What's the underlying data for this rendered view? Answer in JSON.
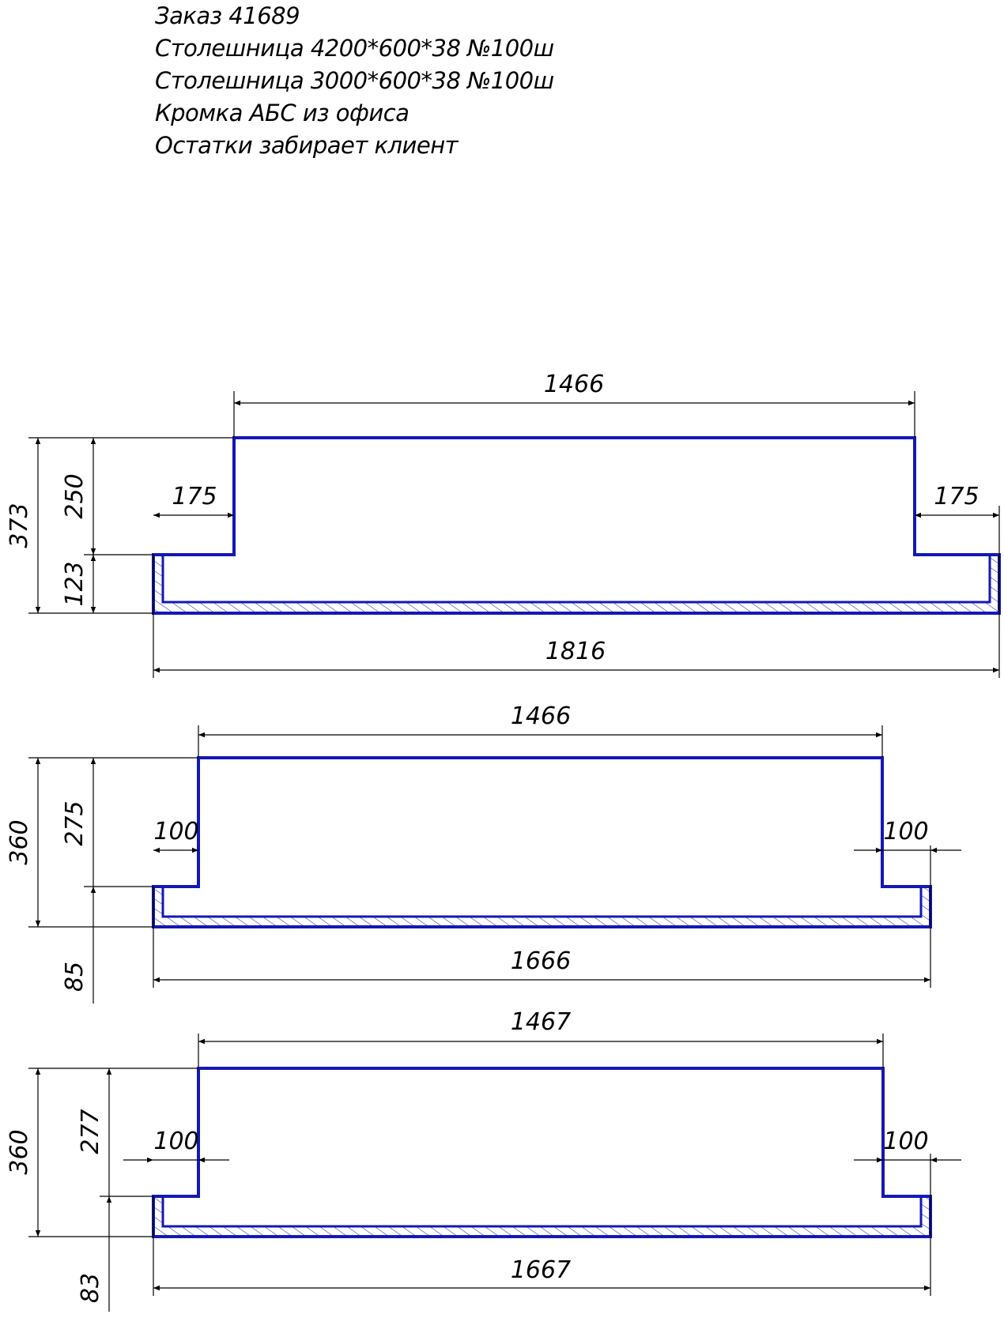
{
  "notes": {
    "order": "Заказ 41689",
    "line1": "Столешница 4200*600*38 №100ш",
    "line2": "Столешница 3000*600*38 №100ш",
    "line3": "Кромка АБС из офиса",
    "line4": "Остатки забирает клиент"
  },
  "part1": {
    "top": "1466",
    "overall": "373",
    "upper": "250",
    "lower": "123",
    "left": "175",
    "right": "175",
    "bottom": "1816"
  },
  "part2": {
    "top": "1466",
    "overall": "360",
    "upper": "275",
    "lower": "85",
    "left": "100",
    "right": "100",
    "bottom": "1666"
  },
  "part3": {
    "top": "1467",
    "overall": "360",
    "upper": "277",
    "lower": "83",
    "left": "100",
    "right": "100",
    "bottom": "1667"
  },
  "colors": {
    "outline": "#1418b4",
    "dimension": "#000000"
  }
}
